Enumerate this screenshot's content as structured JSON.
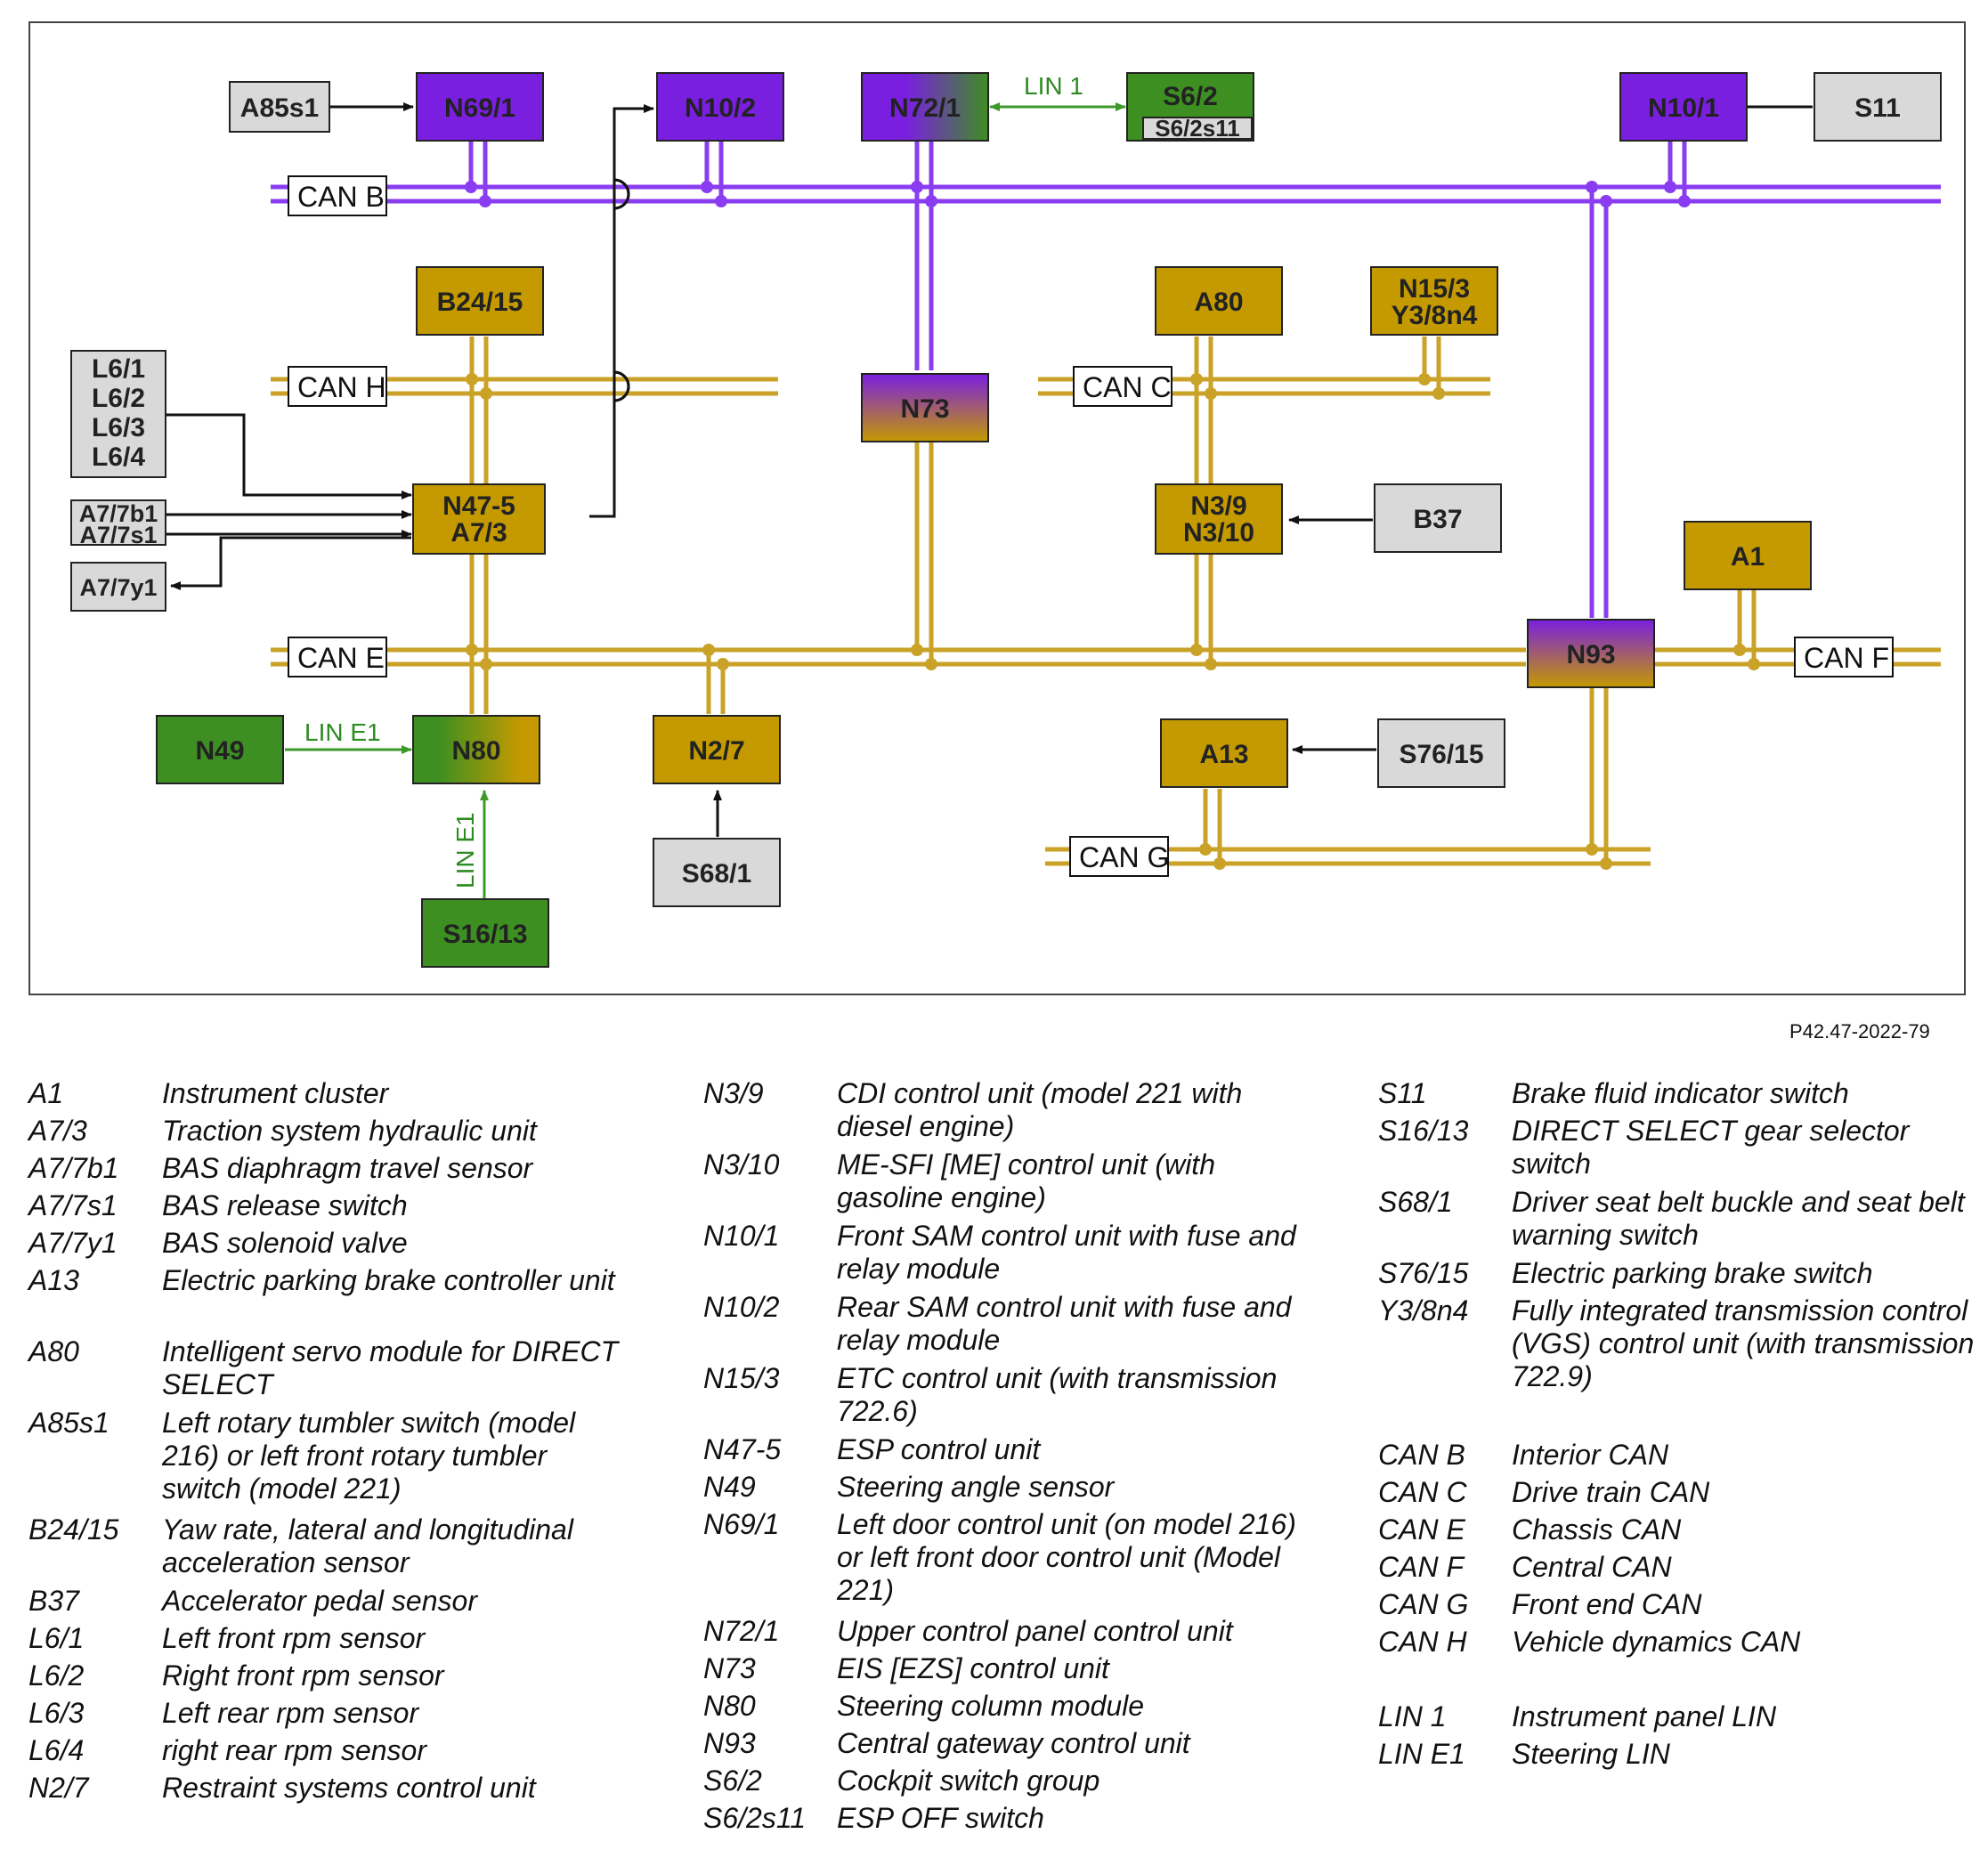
{
  "figure_ref": "P42.47-2022-79",
  "colors": {
    "purple": "#7a1fe0",
    "gold": "#c49a00",
    "green": "#3d8f22",
    "gray": "#d9d9d9",
    "bus_purple": "#8a3cf0",
    "bus_gold": "#c9a227",
    "lin_green": "#3d9a2a"
  },
  "nodes": {
    "A85s1": "A85s1",
    "N69_1": "N69/1",
    "N10_2": "N10/2",
    "N72_1": "N72/1",
    "S6_2": "S6/2",
    "S6_2s11": "S6/2s11",
    "N10_1": "N10/1",
    "S11": "S11",
    "B24_15": "B24/15",
    "A80": "A80",
    "N15_3": "N15/3",
    "Y3_8n4": "Y3/8n4",
    "L6_1": "L6/1",
    "L6_2": "L6/2",
    "L6_3": "L6/3",
    "L6_4": "L6/4",
    "N73": "N73",
    "A7_7b1": "A7/7b1",
    "A7_7s1": "A7/7s1",
    "N47_5": "N47-5",
    "A7_3": "A7/3",
    "N3_9": "N3/9",
    "N3_10": "N3/10",
    "B37": "B37",
    "A7_7y1": "A7/7y1",
    "A1": "A1",
    "N93": "N93",
    "N49": "N49",
    "N80": "N80",
    "N2_7": "N2/7",
    "A13": "A13",
    "S76_15": "S76/15",
    "S68_1": "S68/1",
    "S16_13": "S16/13"
  },
  "buses": {
    "can_b": "CAN B",
    "can_h": "CAN H",
    "can_c": "CAN C",
    "can_e": "CAN E",
    "can_f": "CAN F",
    "can_g": "CAN G",
    "lin_1": "LIN 1",
    "lin_e1_h": "LIN E1",
    "lin_e1_v": "LIN E1"
  },
  "legend": {
    "col1": [
      {
        "code": "A1",
        "desc": "Instrument cluster"
      },
      {
        "code": "A7/3",
        "desc": "Traction system hydraulic unit"
      },
      {
        "code": "A7/7b1",
        "desc": "BAS diaphragm travel sensor"
      },
      {
        "code": "A7/7s1",
        "desc": "BAS release switch"
      },
      {
        "code": "A7/7y1",
        "desc": "BAS solenoid valve"
      },
      {
        "code": "A13",
        "desc": "Electric parking brake controller unit"
      },
      {
        "code": "A80",
        "desc": "Intelligent servo module for DIRECT SELECT"
      },
      {
        "code": "A85s1",
        "desc": "Left rotary tumbler switch (model 216) or left front rotary tumbler switch (model 221)"
      },
      {
        "code": "B24/15",
        "desc": "Yaw rate, lateral and longitudinal acceleration sensor"
      },
      {
        "code": "B37",
        "desc": "Accelerator pedal sensor"
      },
      {
        "code": "L6/1",
        "desc": "Left front rpm sensor"
      },
      {
        "code": "L6/2",
        "desc": "Right front rpm sensor"
      },
      {
        "code": "L6/3",
        "desc": "Left rear rpm sensor"
      },
      {
        "code": "L6/4",
        "desc": "right rear rpm sensor"
      },
      {
        "code": "N2/7",
        "desc": "Restraint systems control unit"
      }
    ],
    "col2": [
      {
        "code": "N3/9",
        "desc": "CDI control unit (model 221 with diesel engine)"
      },
      {
        "code": "N3/10",
        "desc": "ME-SFI [ME] control unit (with gasoline engine)"
      },
      {
        "code": "N10/1",
        "desc": "Front SAM control unit with fuse and relay module"
      },
      {
        "code": "N10/2",
        "desc": "Rear SAM control unit with fuse and relay module"
      },
      {
        "code": "N15/3",
        "desc": "ETC control unit (with transmission 722.6)"
      },
      {
        "code": "N47-5",
        "desc": "ESP control unit"
      },
      {
        "code": "N49",
        "desc": "Steering angle sensor"
      },
      {
        "code": "N69/1",
        "desc": "Left door control unit (on model 216) or left front door control unit (Model 221)"
      },
      {
        "code": "N72/1",
        "desc": "Upper control panel control unit"
      },
      {
        "code": "N73",
        "desc": "EIS [EZS] control unit"
      },
      {
        "code": "N80",
        "desc": "Steering column module"
      },
      {
        "code": "N93",
        "desc": "Central gateway control unit"
      },
      {
        "code": "S6/2",
        "desc": "Cockpit switch group"
      },
      {
        "code": "S6/2s11",
        "desc": "ESP OFF switch"
      }
    ],
    "col3": [
      {
        "code": "S11",
        "desc": "Brake fluid indicator switch"
      },
      {
        "code": "S16/13",
        "desc": "DIRECT SELECT gear selector switch"
      },
      {
        "code": "S68/1",
        "desc": "Driver seat belt buckle and seat belt warning switch"
      },
      {
        "code": "S76/15",
        "desc": "Electric parking brake switch"
      },
      {
        "code": "Y3/8n4",
        "desc": "Fully integrated transmission control (VGS) control unit (with transmission 722.9)"
      },
      {
        "code": "CAN B",
        "desc": "Interior CAN"
      },
      {
        "code": "CAN C",
        "desc": "Drive train CAN"
      },
      {
        "code": "CAN E",
        "desc": "Chassis CAN"
      },
      {
        "code": "CAN F",
        "desc": "Central CAN"
      },
      {
        "code": "CAN G",
        "desc": "Front end CAN"
      },
      {
        "code": "CAN H",
        "desc": "Vehicle dynamics CAN"
      },
      {
        "code": "LIN 1",
        "desc": "Instrument panel LIN"
      },
      {
        "code": "LIN E1",
        "desc": "Steering LIN"
      }
    ]
  }
}
